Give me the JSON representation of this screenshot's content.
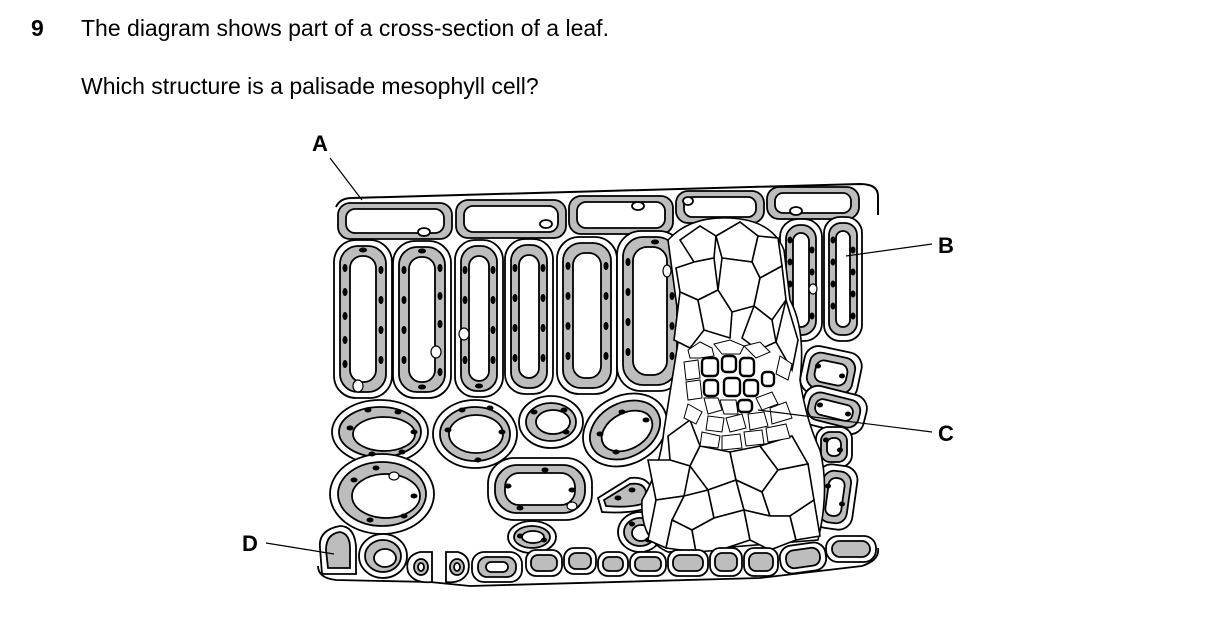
{
  "question": {
    "number": "9",
    "line1": "The diagram shows part of a cross-section of a leaf.",
    "line2": "Which structure is a palisade mesophyll cell?"
  },
  "figure": {
    "labels": {
      "a": "A",
      "b": "B",
      "c": "C",
      "d": "D"
    },
    "colors": {
      "ink": "#000000",
      "cytoplasm": "#bdbdbd",
      "background": "#ffffff"
    }
  }
}
